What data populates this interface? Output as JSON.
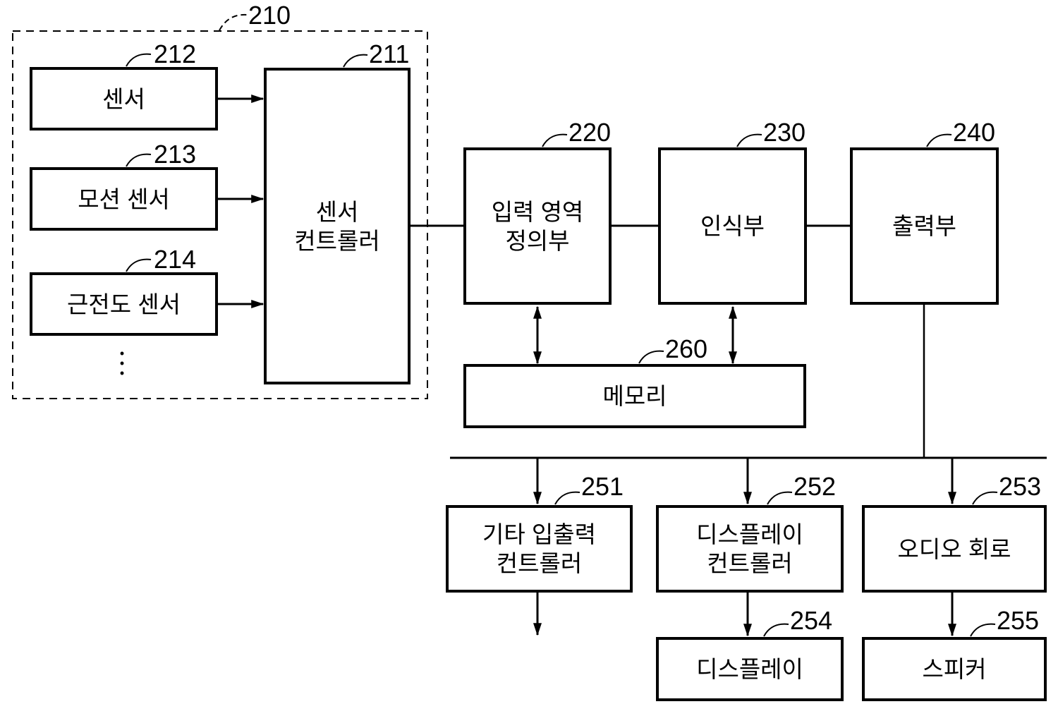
{
  "figure": {
    "type": "block-diagram",
    "background": "#ffffff",
    "line_color": "#000000"
  },
  "group": {
    "name": "sensor-group",
    "ref": "210"
  },
  "nodes": {
    "sensor": {
      "ref": "212",
      "label": "센서"
    },
    "motion_sensor": {
      "ref": "213",
      "label": "모션 센서"
    },
    "emg_sensor": {
      "ref": "214",
      "label": "근전도 센서"
    },
    "sensor_controller": {
      "ref": "211",
      "label": "센서\n컨트롤러"
    },
    "input_region_definer": {
      "ref": "220",
      "label": "입력 영역\n정의부"
    },
    "recognizer": {
      "ref": "230",
      "label": "인식부"
    },
    "output_unit": {
      "ref": "240",
      "label": "출력부"
    },
    "memory": {
      "ref": "260",
      "label": "메모리"
    },
    "other_io_controller": {
      "ref": "251",
      "label": "기타 입출력\n컨트롤러"
    },
    "display_controller": {
      "ref": "252",
      "label": "디스플레이\n컨트롤러"
    },
    "audio_circuit": {
      "ref": "253",
      "label": "오디오 회로"
    },
    "display": {
      "ref": "254",
      "label": "디스플레이"
    },
    "speaker": {
      "ref": "255",
      "label": "스피커"
    }
  },
  "ellipsis": "•\n•\n•"
}
